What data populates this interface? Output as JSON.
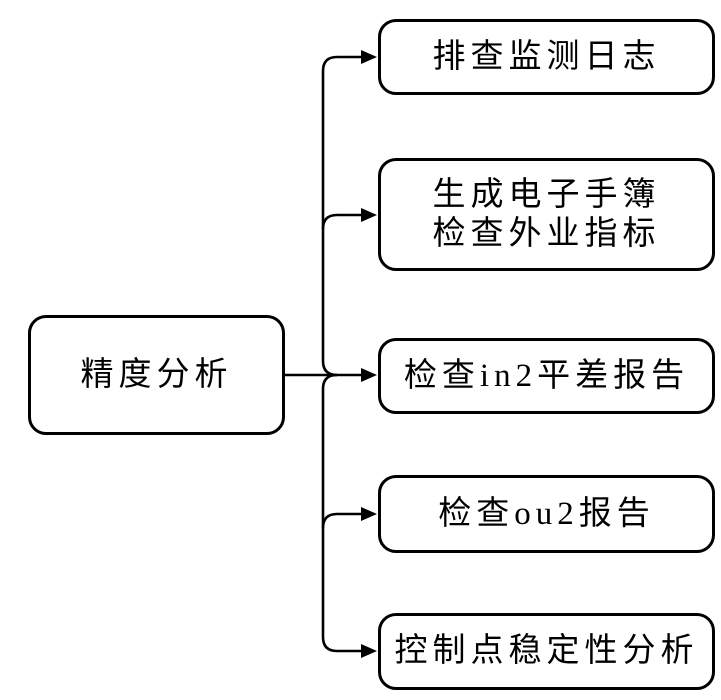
{
  "diagram": {
    "type": "flowchart",
    "direction": "left-to-right",
    "root": {
      "id": "accuracy-analysis",
      "lines": [
        "精度分析"
      ]
    },
    "children": [
      {
        "id": "check-monitoring-logs",
        "lines": [
          "排查监测日志"
        ]
      },
      {
        "id": "generate-ehandbook",
        "lines": [
          "生成电子手簿",
          "检查外业指标"
        ]
      },
      {
        "id": "check-in2-report",
        "lines": [
          "检查in2平差报告"
        ]
      },
      {
        "id": "check-ou2-report",
        "lines": [
          "检查ou2报告"
        ]
      },
      {
        "id": "control-point-stability",
        "lines": [
          "控制点稳定性分析"
        ]
      }
    ],
    "colors": {
      "background": "#ffffff",
      "line": "#000000",
      "box_border": "#000000",
      "text": "#000000"
    }
  }
}
